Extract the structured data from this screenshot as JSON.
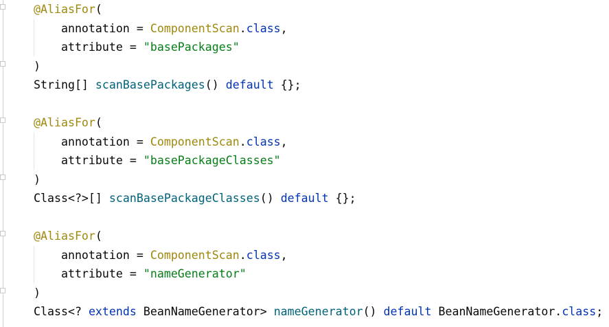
{
  "editor": {
    "lines": [
      {
        "tokens": [
          {
            "t": "@AliasFor",
            "k": "annotation"
          },
          {
            "t": "(",
            "k": "plain"
          }
        ]
      },
      {
        "tokens": [
          {
            "t": "    annotation = ",
            "k": "plain"
          },
          {
            "t": "ComponentScan",
            "k": "type-ann"
          },
          {
            "t": ".",
            "k": "plain"
          },
          {
            "t": "class",
            "k": "keyword"
          },
          {
            "t": ",",
            "k": "plain"
          }
        ]
      },
      {
        "tokens": [
          {
            "t": "    attribute = ",
            "k": "plain"
          },
          {
            "t": "\"basePackages\"",
            "k": "string"
          }
        ]
      },
      {
        "tokens": [
          {
            "t": ")",
            "k": "plain"
          }
        ]
      },
      {
        "tokens": [
          {
            "t": "String[] ",
            "k": "plain"
          },
          {
            "t": "scanBasePackages",
            "k": "method"
          },
          {
            "t": "() ",
            "k": "plain"
          },
          {
            "t": "default",
            "k": "keyword"
          },
          {
            "t": " {};",
            "k": "plain"
          }
        ]
      },
      {
        "tokens": []
      },
      {
        "tokens": [
          {
            "t": "@AliasFor",
            "k": "annotation"
          },
          {
            "t": "(",
            "k": "plain"
          }
        ]
      },
      {
        "tokens": [
          {
            "t": "    annotation = ",
            "k": "plain"
          },
          {
            "t": "ComponentScan",
            "k": "type-ann"
          },
          {
            "t": ".",
            "k": "plain"
          },
          {
            "t": "class",
            "k": "keyword"
          },
          {
            "t": ",",
            "k": "plain"
          }
        ]
      },
      {
        "tokens": [
          {
            "t": "    attribute = ",
            "k": "plain"
          },
          {
            "t": "\"basePackageClasses\"",
            "k": "string"
          }
        ]
      },
      {
        "tokens": [
          {
            "t": ")",
            "k": "plain"
          }
        ]
      },
      {
        "tokens": [
          {
            "t": "Class<?>[] ",
            "k": "plain"
          },
          {
            "t": "scanBasePackageClasses",
            "k": "method"
          },
          {
            "t": "() ",
            "k": "plain"
          },
          {
            "t": "default",
            "k": "keyword"
          },
          {
            "t": " {};",
            "k": "plain"
          }
        ]
      },
      {
        "tokens": []
      },
      {
        "tokens": [
          {
            "t": "@AliasFor",
            "k": "annotation"
          },
          {
            "t": "(",
            "k": "plain"
          }
        ]
      },
      {
        "tokens": [
          {
            "t": "    annotation = ",
            "k": "plain"
          },
          {
            "t": "ComponentScan",
            "k": "type-ann"
          },
          {
            "t": ".",
            "k": "plain"
          },
          {
            "t": "class",
            "k": "keyword"
          },
          {
            "t": ",",
            "k": "plain"
          }
        ]
      },
      {
        "tokens": [
          {
            "t": "    attribute = ",
            "k": "plain"
          },
          {
            "t": "\"nameGenerator\"",
            "k": "string"
          }
        ]
      },
      {
        "tokens": [
          {
            "t": ")",
            "k": "plain"
          }
        ]
      },
      {
        "tokens": [
          {
            "t": "Class<? ",
            "k": "plain"
          },
          {
            "t": "extends",
            "k": "keyword"
          },
          {
            "t": " BeanNameGenerator> ",
            "k": "plain"
          },
          {
            "t": "nameGenerator",
            "k": "method"
          },
          {
            "t": "() ",
            "k": "plain"
          },
          {
            "t": "default",
            "k": "keyword"
          },
          {
            "t": " BeanNameGenerator.",
            "k": "plain"
          },
          {
            "t": "class",
            "k": "keyword"
          },
          {
            "t": ";",
            "k": "plain"
          }
        ]
      }
    ]
  }
}
